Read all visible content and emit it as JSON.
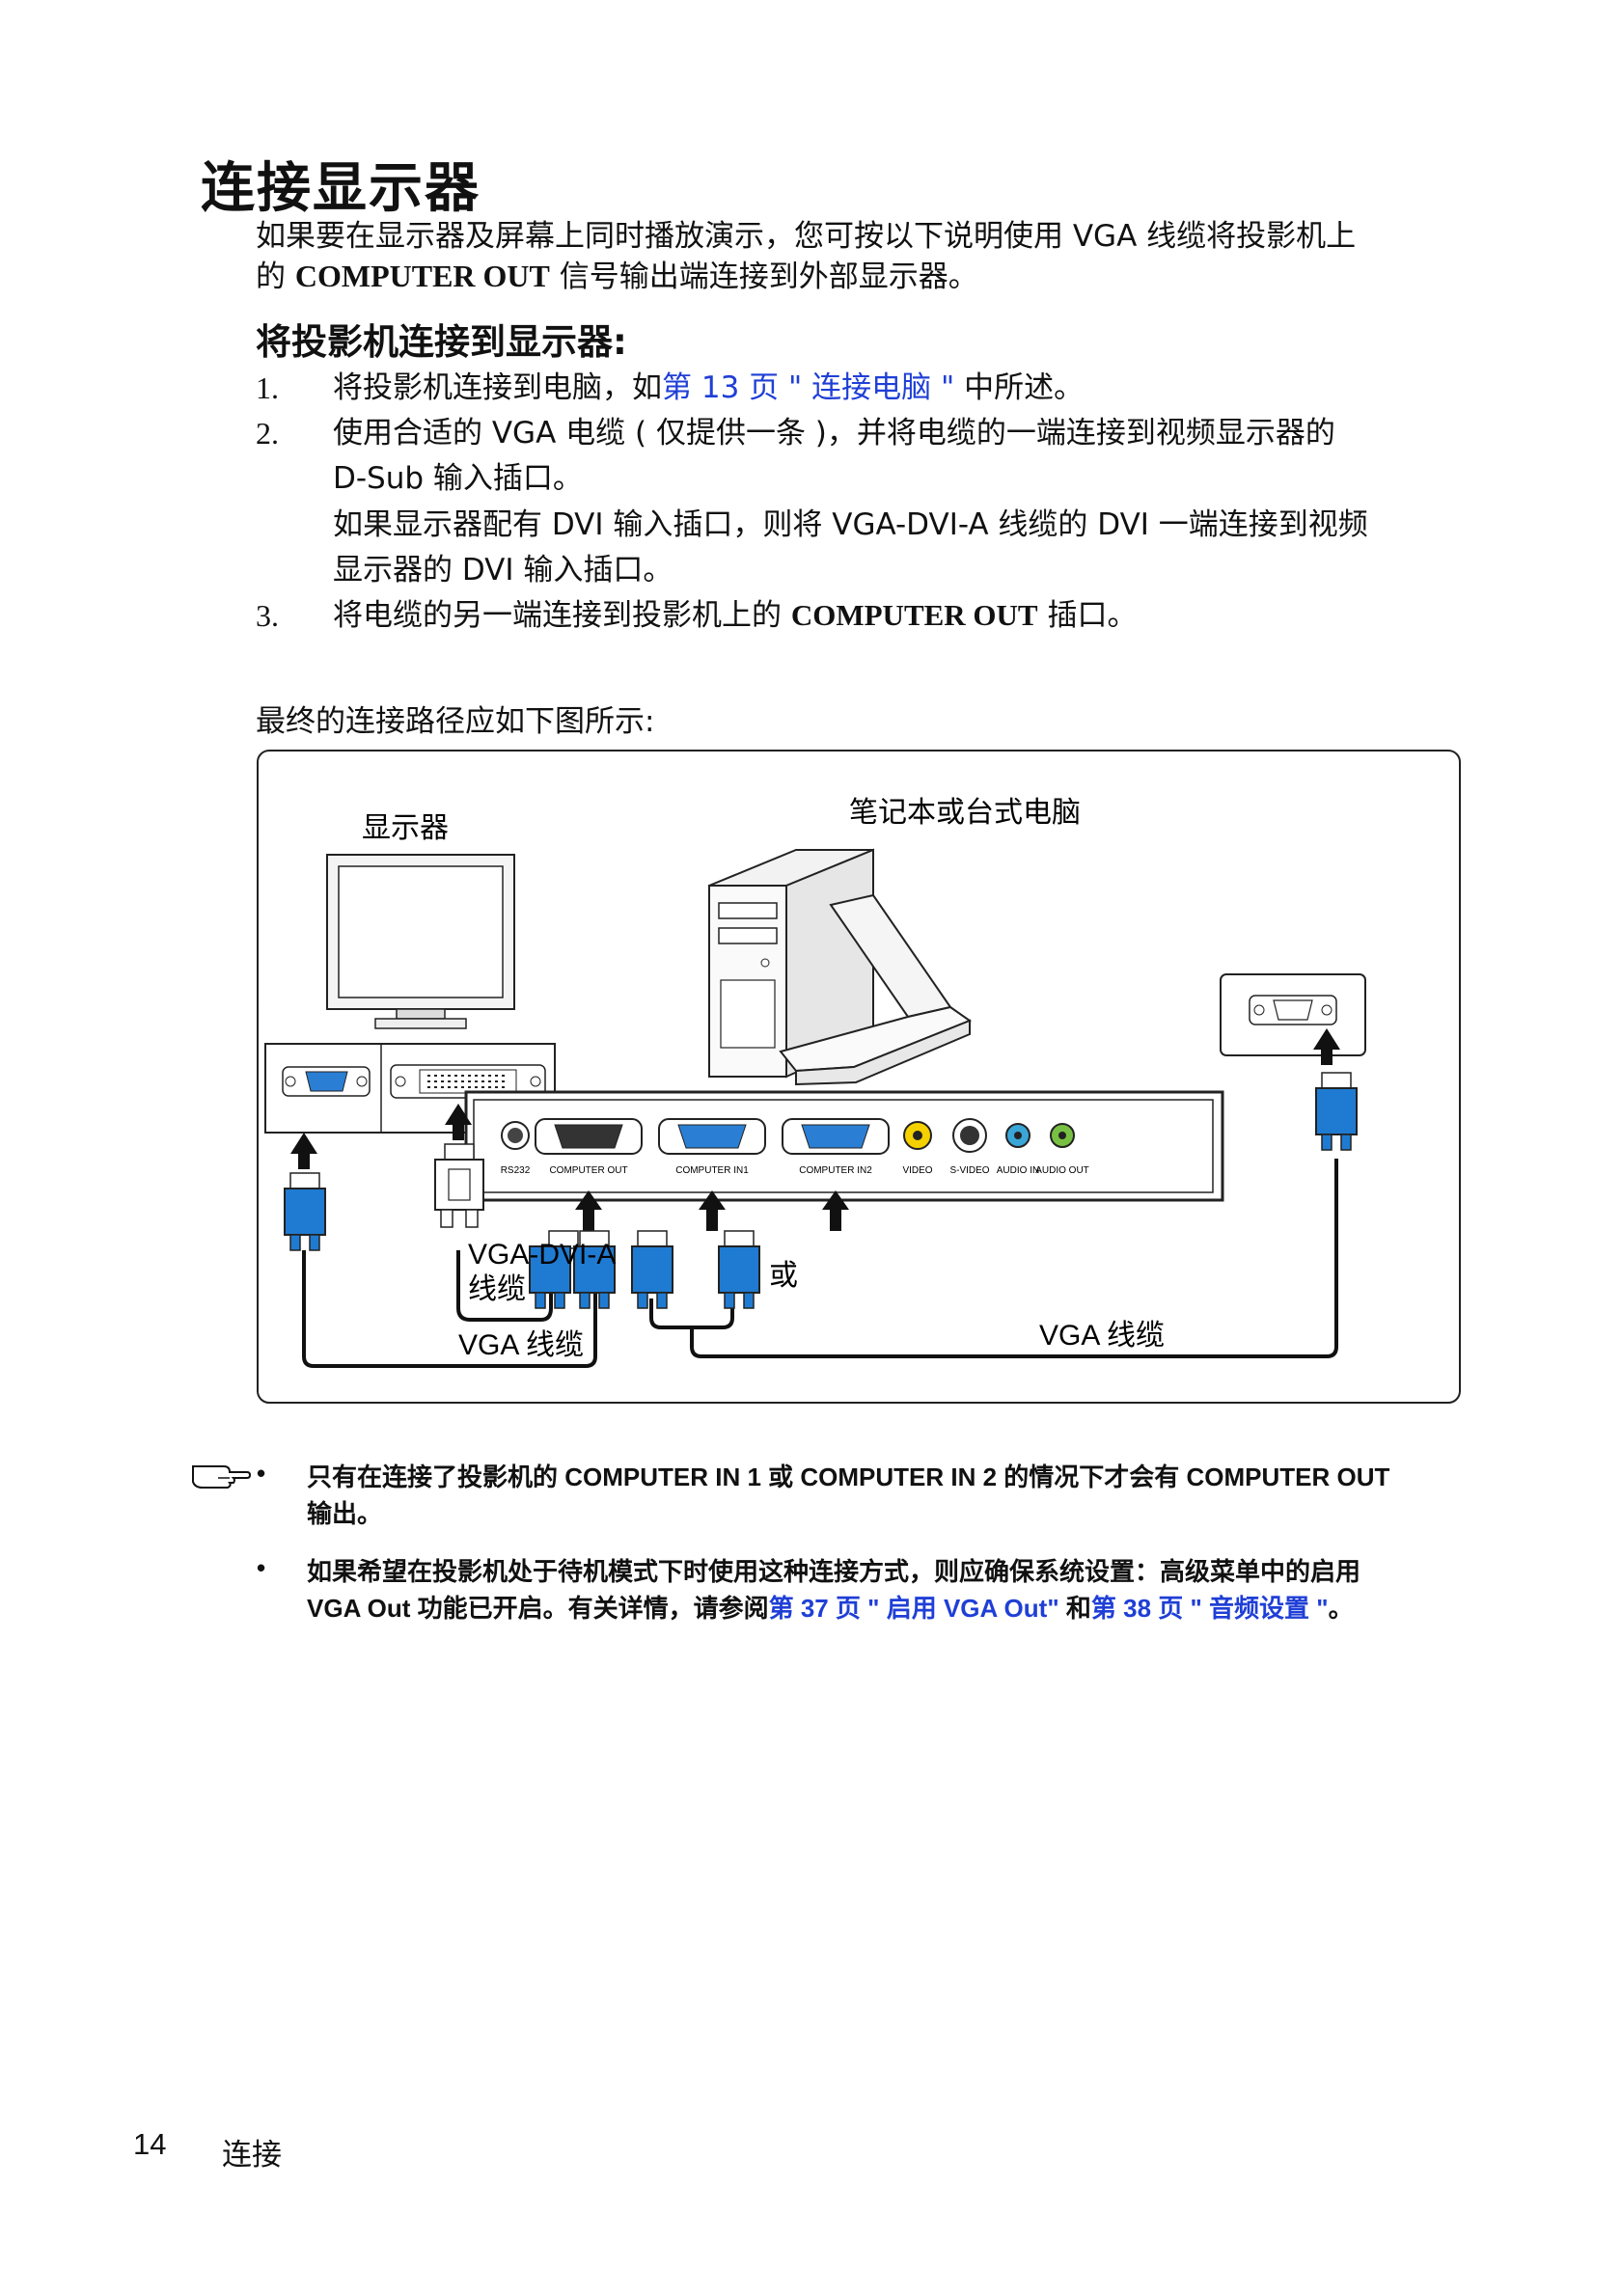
{
  "title": "连接显示器",
  "intro": {
    "line1": "如果要在显示器及屏幕上同时播放演示，您可按以下说明使用 VGA 线缆将投影机上",
    "line2_pre": "的 ",
    "line2_bold": "COMPUTER OUT",
    "line2_post": " 信号输出端连接到外部显示器。"
  },
  "subheading": "将投影机连接到显示器:",
  "steps": [
    {
      "num": "1.",
      "pre": "将投影机连接到电脑，如",
      "link": "第 13 页 \" 连接电脑 \"",
      "post": " 中所述。"
    },
    {
      "num": "2.",
      "line1": "使用合适的 VGA 电缆 ( 仅提供一条 )，并将电缆的一端连接到视频显示器的",
      "line2": "D-Sub 输入插口。",
      "extra1": "如果显示器配有 DVI 输入插口，则将 VGA-DVI-A 线缆的 DVI 一端连接到视频",
      "extra2": "显示器的 DVI 输入插口。"
    },
    {
      "num": "3.",
      "pre": "将电缆的另一端连接到投影机上的 ",
      "bold": "COMPUTER OUT",
      "post": " 插口。"
    }
  ],
  "diagram_intro": "最终的连接路径应如下图所示:",
  "diagram": {
    "monitor_label": "显示器",
    "pc_label": "笔记本或台式电脑",
    "ports": [
      "RS232",
      "COMPUTER OUT",
      "COMPUTER IN1",
      "COMPUTER IN2",
      "VIDEO",
      "S-VIDEO",
      "AUDIO IN",
      "AUDIO OUT"
    ],
    "vga_dvi_label_1": "VGA-DVI-A",
    "vga_dvi_label_2": "线缆",
    "vga_cable_left": "VGA 线缆",
    "or_label": "或",
    "vga_cable_right": "VGA 线缆"
  },
  "notes": [
    {
      "bullet": "•",
      "line1_pre": "只有在连接了投影机的 COMPUTER IN 1 或 COMPUTER IN 2 的情况下才会有 COMPUTER OUT",
      "line2": "输出。"
    },
    {
      "bullet": "•",
      "line1": "如果希望在投影机处于待机模式下时使用这种连接方式，则应确保系统设置：高级菜单中的启用",
      "line2_pre": "VGA Out 功能已开启。有关详情，请参阅",
      "link1": "第 37 页 \" 启用 VGA Out\"",
      "mid": " 和",
      "link2": "第 38 页 \" 音频设置 \"",
      "end": "。"
    }
  ],
  "footer": {
    "page_number": "14",
    "section": "连接"
  },
  "colors": {
    "link": "#1f3fd6",
    "connector": "#1f7bd1"
  }
}
